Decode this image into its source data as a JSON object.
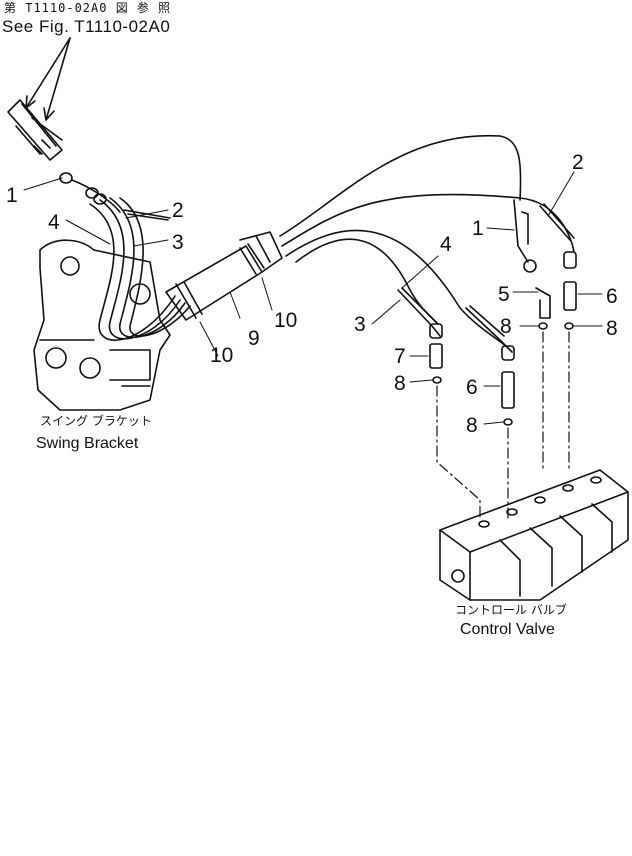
{
  "reference": {
    "japanese": "第 T1110-02A0 図 参 照",
    "english": "See Fig. T1110-02A0"
  },
  "components": {
    "swing_bracket": {
      "japanese": "スイング ブラケット",
      "english": "Swing Bracket"
    },
    "control_valve": {
      "japanese": "コントロール バルブ",
      "english": "Control Valve"
    }
  },
  "callouts": [
    "1",
    "2",
    "3",
    "4",
    "9",
    "10",
    "10",
    "1",
    "2",
    "4",
    "3",
    "5",
    "6",
    "8",
    "8",
    "7",
    "8",
    "6",
    "8"
  ]
}
